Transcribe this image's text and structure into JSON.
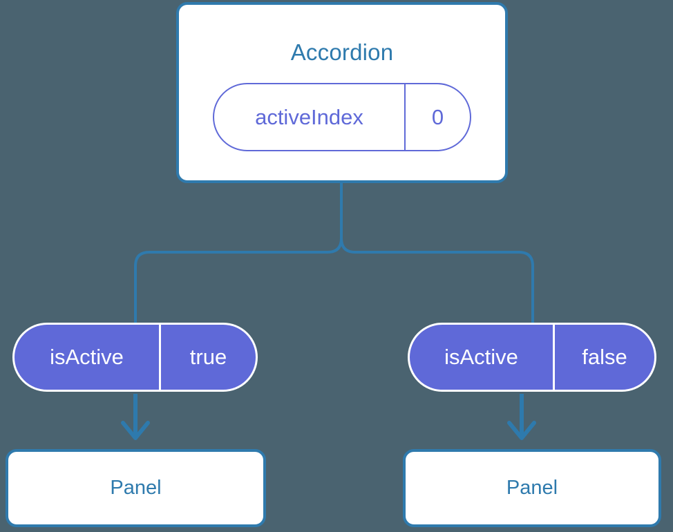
{
  "diagram": {
    "title": "Accordion component tree with isActive props",
    "background_color": "#4a6370",
    "accent_blue": "#2f7aad",
    "text_blue": "#2e7aad",
    "accent_purple": "#5f69d8",
    "white": "#ffffff"
  },
  "accordion": {
    "title": "Accordion",
    "state_pill": {
      "key": "activeIndex",
      "value": "0"
    }
  },
  "children": [
    {
      "prop_pill": {
        "key": "isActive",
        "value": "true"
      },
      "component": {
        "title": "Panel"
      }
    },
    {
      "prop_pill": {
        "key": "isActive",
        "value": "false"
      },
      "component": {
        "title": "Panel"
      }
    }
  ],
  "connectors": {
    "parent_to_children_label": "tree-branch",
    "pill_to_panel_label": "down-arrow"
  }
}
